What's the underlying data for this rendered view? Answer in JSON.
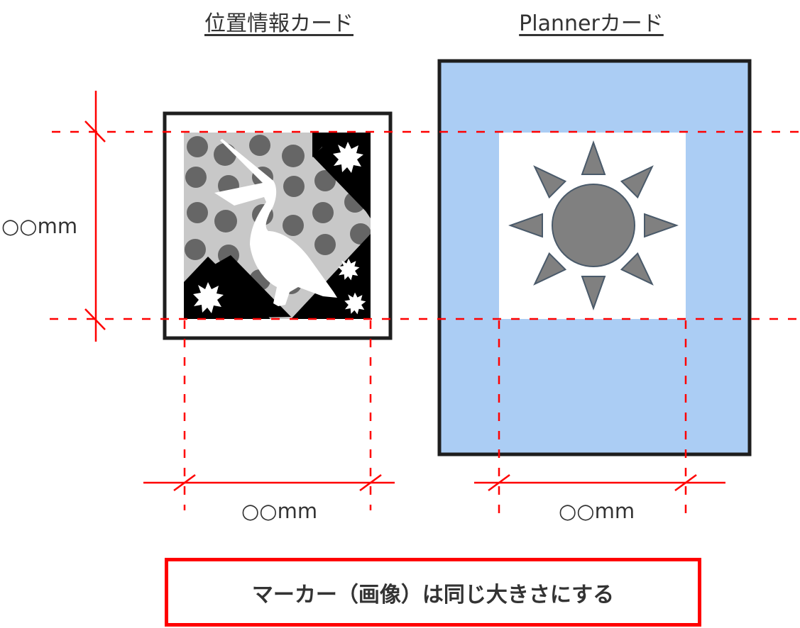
{
  "titles": {
    "location_card": "位置情報カード",
    "planner_card": "Plannerカード"
  },
  "dimensions": {
    "height_label": "○○mm",
    "location_width_label": "○○mm",
    "planner_width_label": "○○mm"
  },
  "note": "マーカー（画像）は同じ大きさにする",
  "colors": {
    "dim_line": "#ff0000",
    "planner_bg": "#abcdf4",
    "frame": "#1e1e1e"
  },
  "icons": {
    "location_marker": "pelican-marker-icon",
    "planner_marker": "sun-icon"
  }
}
